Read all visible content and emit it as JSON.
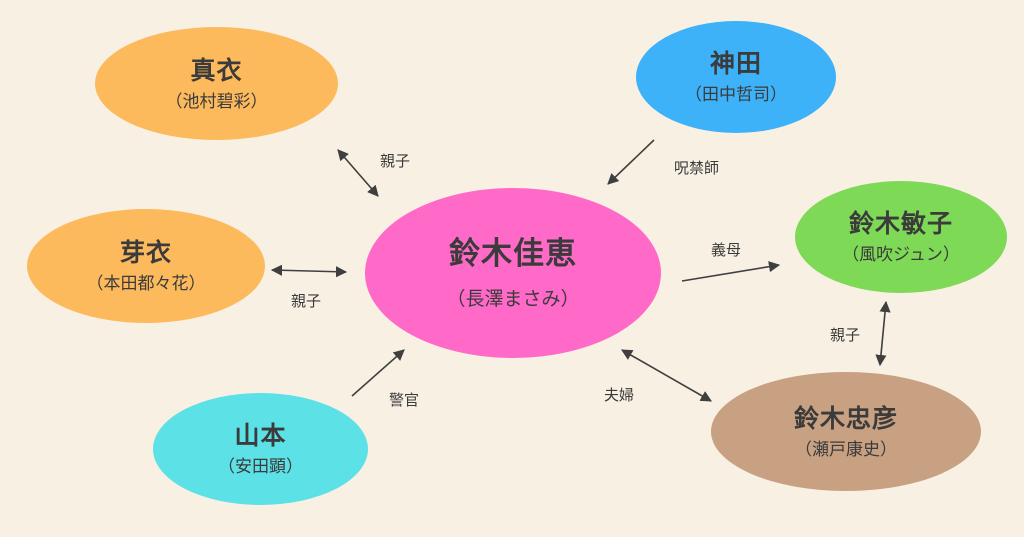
{
  "colors": {
    "background": "#f8f0e3",
    "line": "#3f3f3f",
    "text": "#3b3b3b"
  },
  "nodes": {
    "suzuki_yoshie": {
      "name": "鈴木佳恵",
      "actor": "（長澤まさみ）",
      "color": "#ff69c8"
    },
    "mai": {
      "name": "真衣",
      "actor": "（池村碧彩）",
      "color": "#fdba5c"
    },
    "gai": {
      "name": "芽衣",
      "actor": "（本田都々花）",
      "color": "#fdba5c"
    },
    "kanda": {
      "name": "神田",
      "actor": "（田中哲司）",
      "color": "#3db2f8"
    },
    "suzuki_toshiko": {
      "name": "鈴木敏子",
      "actor": "（風吹ジュン）",
      "color": "#7ed957"
    },
    "yamamoto": {
      "name": "山本",
      "actor": "（安田顕）",
      "color": "#5ce1e6"
    },
    "suzuki_tadahiko": {
      "name": "鈴木忠彦",
      "actor": "（瀬戸康史）",
      "color": "#c8a082"
    }
  },
  "relations": {
    "mai_child": "親子",
    "gai_child": "親子",
    "kanda_curse": "呪禁師",
    "stepmother": "義母",
    "toshiko_child": "親子",
    "police": "警官",
    "spouse": "夫婦"
  }
}
